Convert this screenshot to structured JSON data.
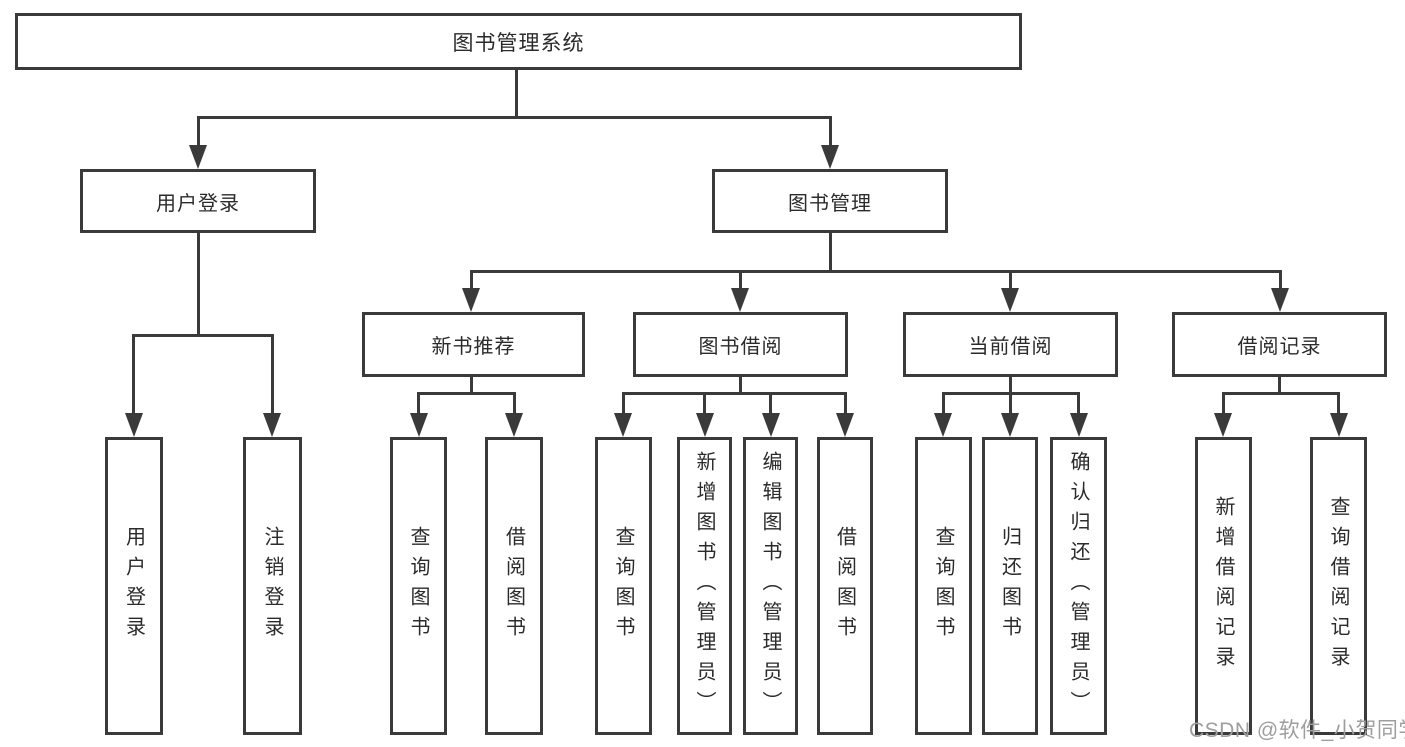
{
  "title": "图书管理系统",
  "level2": {
    "user_login": "用户登录",
    "book_mgmt": "图书管理"
  },
  "level3": {
    "new_books": "新书推荐",
    "book_borrow": "图书借阅",
    "current_borrow": "当前借阅",
    "borrow_records": "借阅记录"
  },
  "leaves": {
    "user_login": [
      "用户登录",
      "注销登录"
    ],
    "new_books": [
      "查询图书",
      "借阅图书"
    ],
    "book_borrow": [
      "查询图书",
      "新增图书（管理员）",
      "编辑图书（管理员）",
      "借阅图书"
    ],
    "current_borrow": [
      "查询图书",
      "归还图书",
      "确认归还（管理员）"
    ],
    "borrow_records": [
      "新增借阅记录",
      "查询借阅记录"
    ]
  },
  "watermark": "CSDN @软件_小贺同学",
  "colors": {
    "line": "#3a3a3a",
    "text": "#2b2b2b",
    "watermark": "#9e9e9e",
    "background": "#ffffff"
  }
}
